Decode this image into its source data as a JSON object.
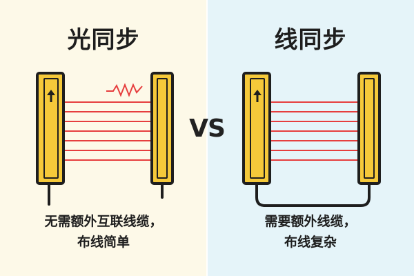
{
  "left": {
    "title": "光同步",
    "caption_line1": "无需额外互联线缆，",
    "caption_line2": "布线简单"
  },
  "right": {
    "title": "线同步",
    "caption_line1": "需要额外线缆，",
    "caption_line2": "布线复杂"
  },
  "vs_label": "VS",
  "colors": {
    "left_background": "#FDF9E8",
    "right_background": "#E5F4F9",
    "bar_fill": "#F5C93A",
    "bar_outline": "#1E1E1E",
    "beam": "#E63E3E",
    "text": "#1E1E1E"
  },
  "icons": {
    "signal": "zigzag-signal-icon",
    "direction": "up-arrow-icon"
  }
}
